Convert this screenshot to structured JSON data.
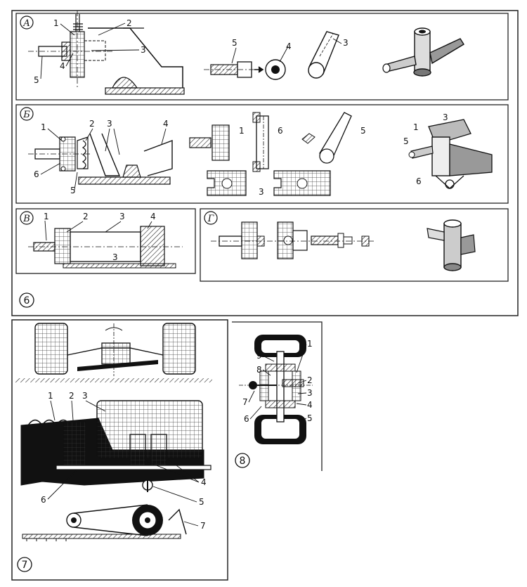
{
  "figure6": {
    "number": "6",
    "panelA": {
      "letter": "А",
      "labels": [
        "1",
        "2",
        "3",
        "4",
        "5",
        "5",
        "4",
        "3"
      ]
    },
    "panelB": {
      "letter": "Б",
      "labels": [
        "1",
        "2",
        "3",
        "4",
        "6",
        "5",
        "1",
        "6",
        "5",
        "3",
        "3",
        "1",
        "5",
        "6"
      ]
    },
    "panelV": {
      "letter": "В",
      "labels": [
        "1",
        "2",
        "3",
        "4",
        "3"
      ]
    },
    "panelG": {
      "letter": "Г"
    }
  },
  "figure7": {
    "number": "7",
    "labels": [
      "1",
      "2",
      "3",
      "4",
      "5",
      "6",
      "7"
    ]
  },
  "figure8": {
    "number": "8",
    "labels": [
      "9",
      "8",
      "7",
      "6",
      "1",
      "2",
      "3",
      "4",
      "5"
    ]
  }
}
